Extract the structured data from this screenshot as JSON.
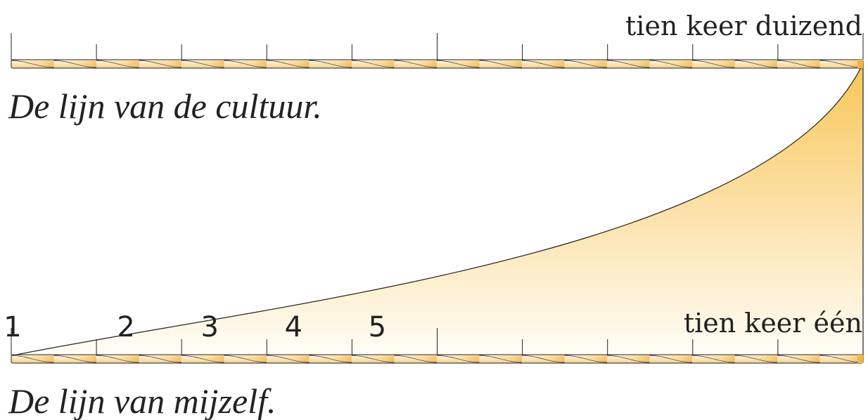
{
  "top_line": {
    "label": "tien keer duizend",
    "caption": "De lijn van de cultuur."
  },
  "bottom_line": {
    "label": "tien keer één",
    "caption": "De lijn van mijzelf.",
    "numbers": [
      "1",
      "2",
      "3",
      "4",
      "5"
    ]
  },
  "colors": {
    "rope_light": "#fff7e3",
    "rope_dark": "#f2b63f",
    "fill_top": "#f8c659",
    "fill_bottom": "#fffdf7",
    "stroke": "#222222"
  }
}
